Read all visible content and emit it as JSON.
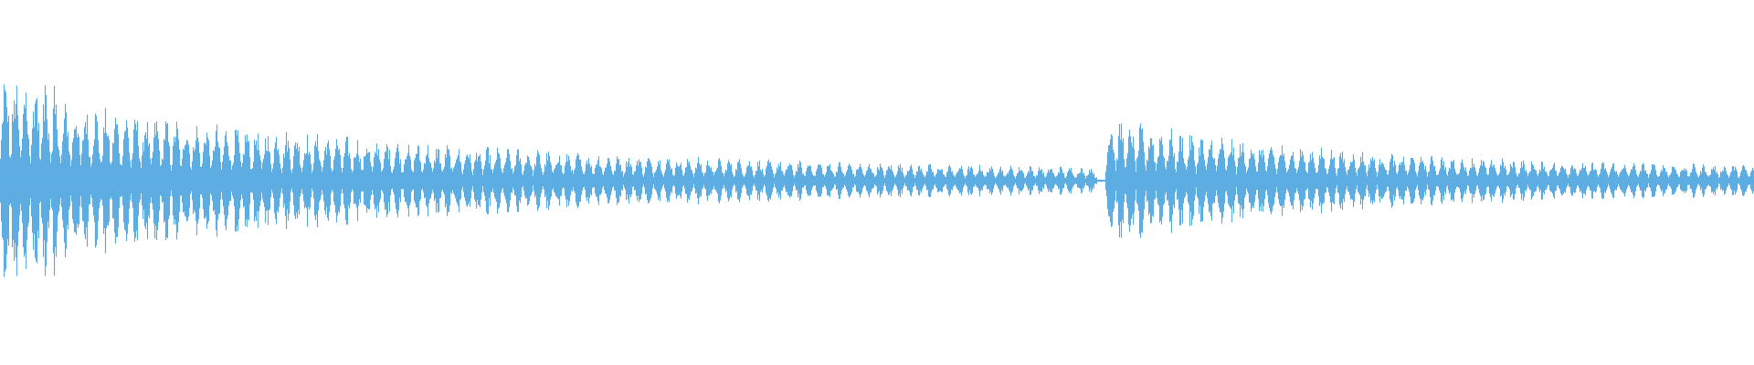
{
  "waveform": {
    "color": "#5dade2",
    "background": "#ffffff",
    "duration_fraction_loud_start": 0.0,
    "segments": [
      {
        "start": 0.0,
        "end": 0.625,
        "peak": 0.7,
        "tail": 0.06,
        "decay": 2.6
      },
      {
        "start": 0.63,
        "end": 1.0,
        "peak": 0.5,
        "tail": 0.1,
        "decay": 2.8
      }
    ]
  }
}
